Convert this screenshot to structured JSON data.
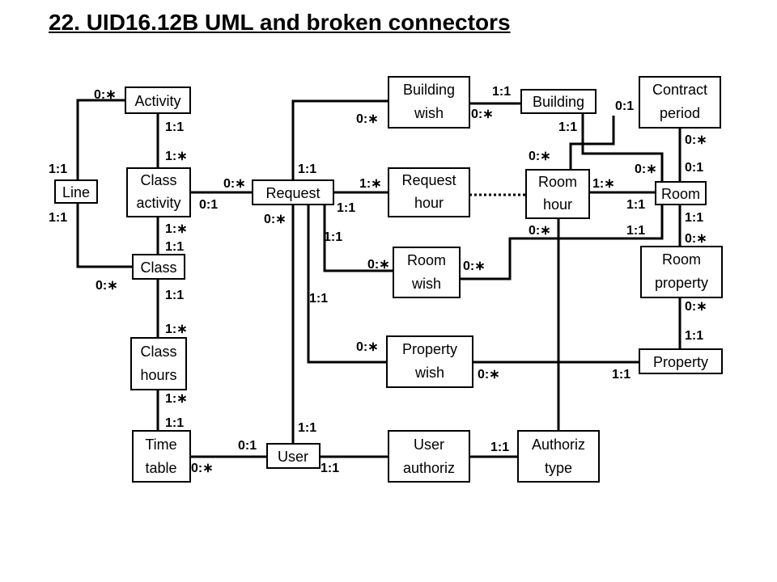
{
  "title": "22. UID16.12B  UML and broken connectors",
  "entities": {
    "activity": [
      "Activity"
    ],
    "line": [
      "Line"
    ],
    "class_activity": [
      "Class",
      "activity"
    ],
    "class": [
      "Class"
    ],
    "class_hours": [
      "Class",
      "hours"
    ],
    "time_table": [
      "Time",
      "table"
    ],
    "request": [
      "Request"
    ],
    "user": [
      "User"
    ],
    "building_wish": [
      "Building",
      "wish"
    ],
    "request_hour": [
      "Request",
      "hour"
    ],
    "room_wish": [
      "Room",
      "wish"
    ],
    "property_wish": [
      "Property",
      "wish"
    ],
    "user_authoriz": [
      "User",
      "authoriz"
    ],
    "building": [
      "Building"
    ],
    "room_hour": [
      "Room",
      "hour"
    ],
    "authoriz_type": [
      "Authoriz",
      "type"
    ],
    "contract_period": [
      "Contract",
      "period"
    ],
    "room": [
      "Room"
    ],
    "room_property": [
      "Room",
      "property"
    ],
    "property": [
      "Property"
    ]
  },
  "cardinalities": [
    "0:∗",
    "1:1",
    "1:1",
    "1:1",
    "1:∗",
    "1:∗",
    "1:1",
    "0:∗",
    "1:1",
    "1:∗",
    "1:∗",
    "1:1",
    "0:∗",
    "0:1",
    "0:∗",
    "0:∗",
    "1:1",
    "1:1",
    "1:∗",
    "1:1",
    "1:1",
    "0:∗",
    "1:1",
    "0:∗",
    "0:1",
    "0:∗",
    "1:1",
    "1:1",
    "0:∗",
    "1:1",
    "0:1",
    "0:∗",
    "1:∗",
    "0:∗",
    "0:∗",
    "0:1",
    "0:∗",
    "1:1",
    "1:1",
    "1:1",
    "0:∗",
    "1:1",
    "0:∗",
    "1:1",
    "0:∗",
    "0:∗",
    "1:1"
  ]
}
